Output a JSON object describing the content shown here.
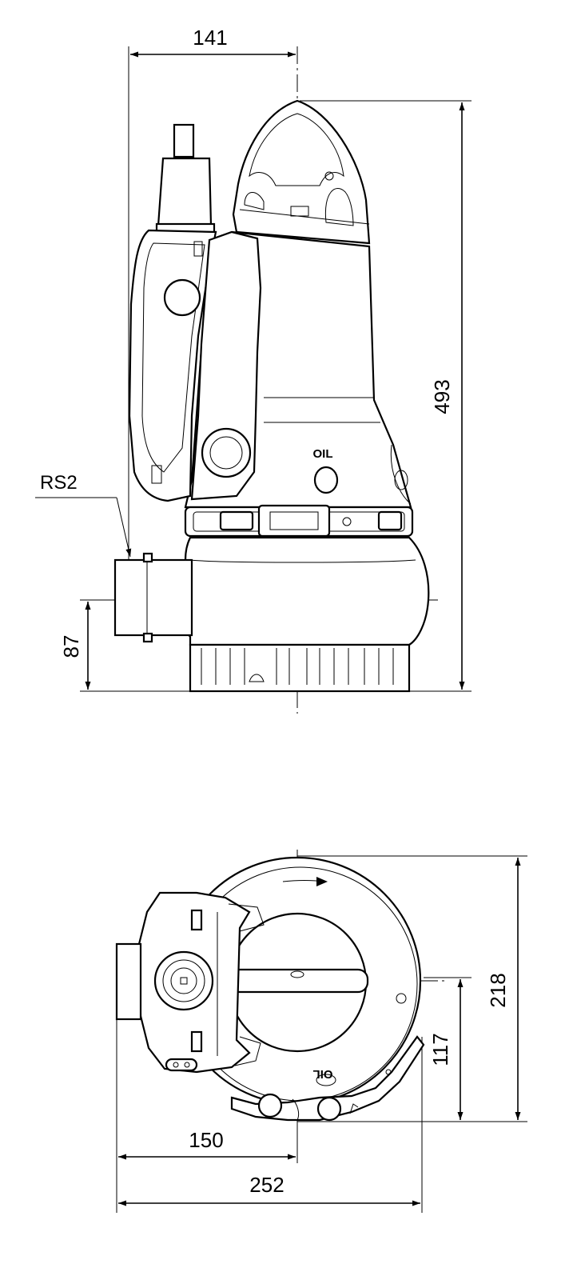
{
  "side_view": {
    "dim_width_top": "141",
    "dim_height_total": "493",
    "dim_outlet_height": "87",
    "label_outlet": "RS2",
    "marking_oil": "OIL"
  },
  "top_view": {
    "dim_height_total": "218",
    "dim_height_center": "117",
    "dim_width_center": "150",
    "dim_width_total": "252",
    "marking_oil": "OIL"
  }
}
